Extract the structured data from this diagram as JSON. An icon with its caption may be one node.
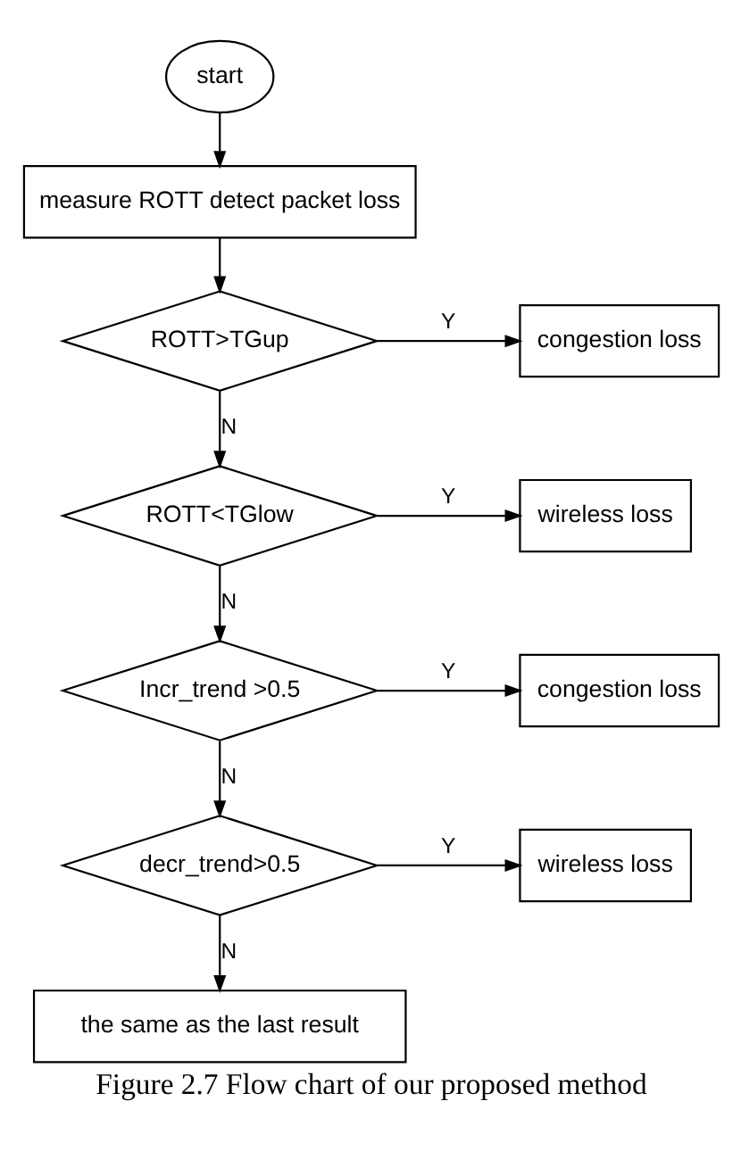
{
  "diagram": {
    "caption": "Figure 2.7 Flow chart of our proposed method",
    "nodes": [
      {
        "text": [
          "start"
        ]
      },
      {
        "text": [
          "measure ROTT detect packet loss"
        ]
      },
      {
        "text": [
          "ROTT>TGup"
        ]
      },
      {
        "text": [
          "congestion loss"
        ]
      },
      {
        "text": [
          "ROTT<TGlow"
        ]
      },
      {
        "text": [
          "wireless loss"
        ]
      },
      {
        "text": [
          "Incr_trend >0.5"
        ]
      },
      {
        "text": [
          "congestion loss"
        ]
      },
      {
        "text": [
          "decr_trend>0.5"
        ]
      },
      {
        "text": [
          "wireless loss"
        ]
      },
      {
        "text": [
          "the same as the last result"
        ]
      }
    ],
    "edges": [
      {
        "from": 0,
        "to": 1,
        "arrow": "to"
      },
      {
        "from": 1,
        "to": 2,
        "arrow": "to"
      },
      {
        "from": 2,
        "to": 3,
        "arrow": "to",
        "label": "Y"
      },
      {
        "from": 2,
        "to": 4,
        "arrow": "to",
        "label": "N"
      },
      {
        "from": 4,
        "to": 5,
        "arrow": "to",
        "label": "Y"
      },
      {
        "from": 4,
        "to": 6,
        "arrow": "to",
        "label": "N"
      },
      {
        "from": 6,
        "to": 7,
        "arrow": "to",
        "label": "Y"
      },
      {
        "from": 6,
        "to": 8,
        "arrow": "to",
        "label": "N"
      },
      {
        "from": 8,
        "to": 9,
        "arrow": "to",
        "label": "Y"
      },
      {
        "from": 8,
        "to": 10,
        "arrow": "to",
        "label": "N"
      }
    ]
  }
}
